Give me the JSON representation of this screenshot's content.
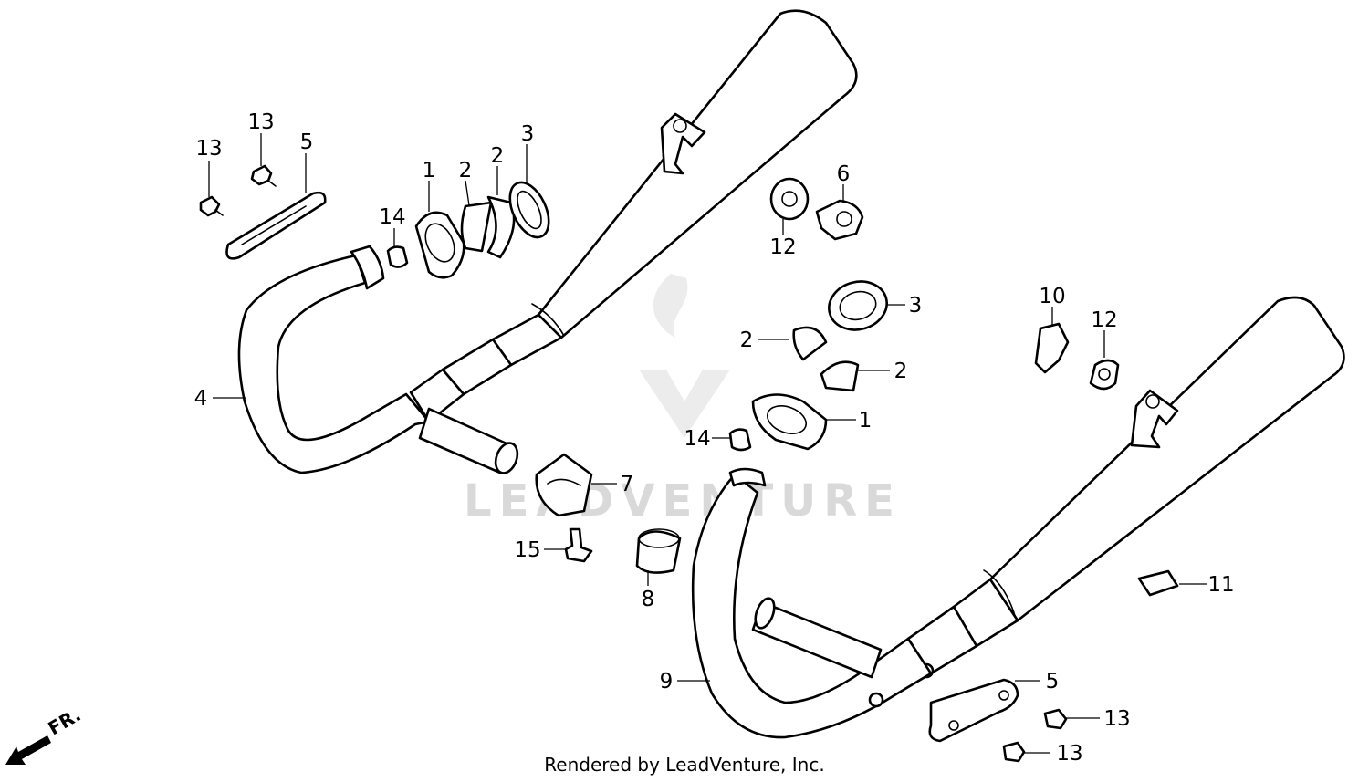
{
  "credit": "Rendered by LeadVenture, Inc.",
  "watermark": "LEADVENTURE",
  "direction_marker": "FR.",
  "colors": {
    "line": "#000000",
    "background": "#ffffff",
    "watermark": "#d9d9d9"
  },
  "callouts": {
    "c1": "1",
    "c2": "2",
    "c3": "2",
    "c4": "3",
    "c5": "13",
    "c6": "13",
    "c7": "5",
    "c8": "14",
    "c9": "4",
    "c10": "6",
    "c11": "12",
    "c12": "3",
    "c13": "2",
    "c14": "2",
    "c15": "1",
    "c16": "14",
    "c17": "7",
    "c18": "15",
    "c19": "8",
    "c20": "10",
    "c21": "12",
    "c22": "11",
    "c23": "9",
    "c24": "5",
    "c25": "13",
    "c26": "13"
  }
}
